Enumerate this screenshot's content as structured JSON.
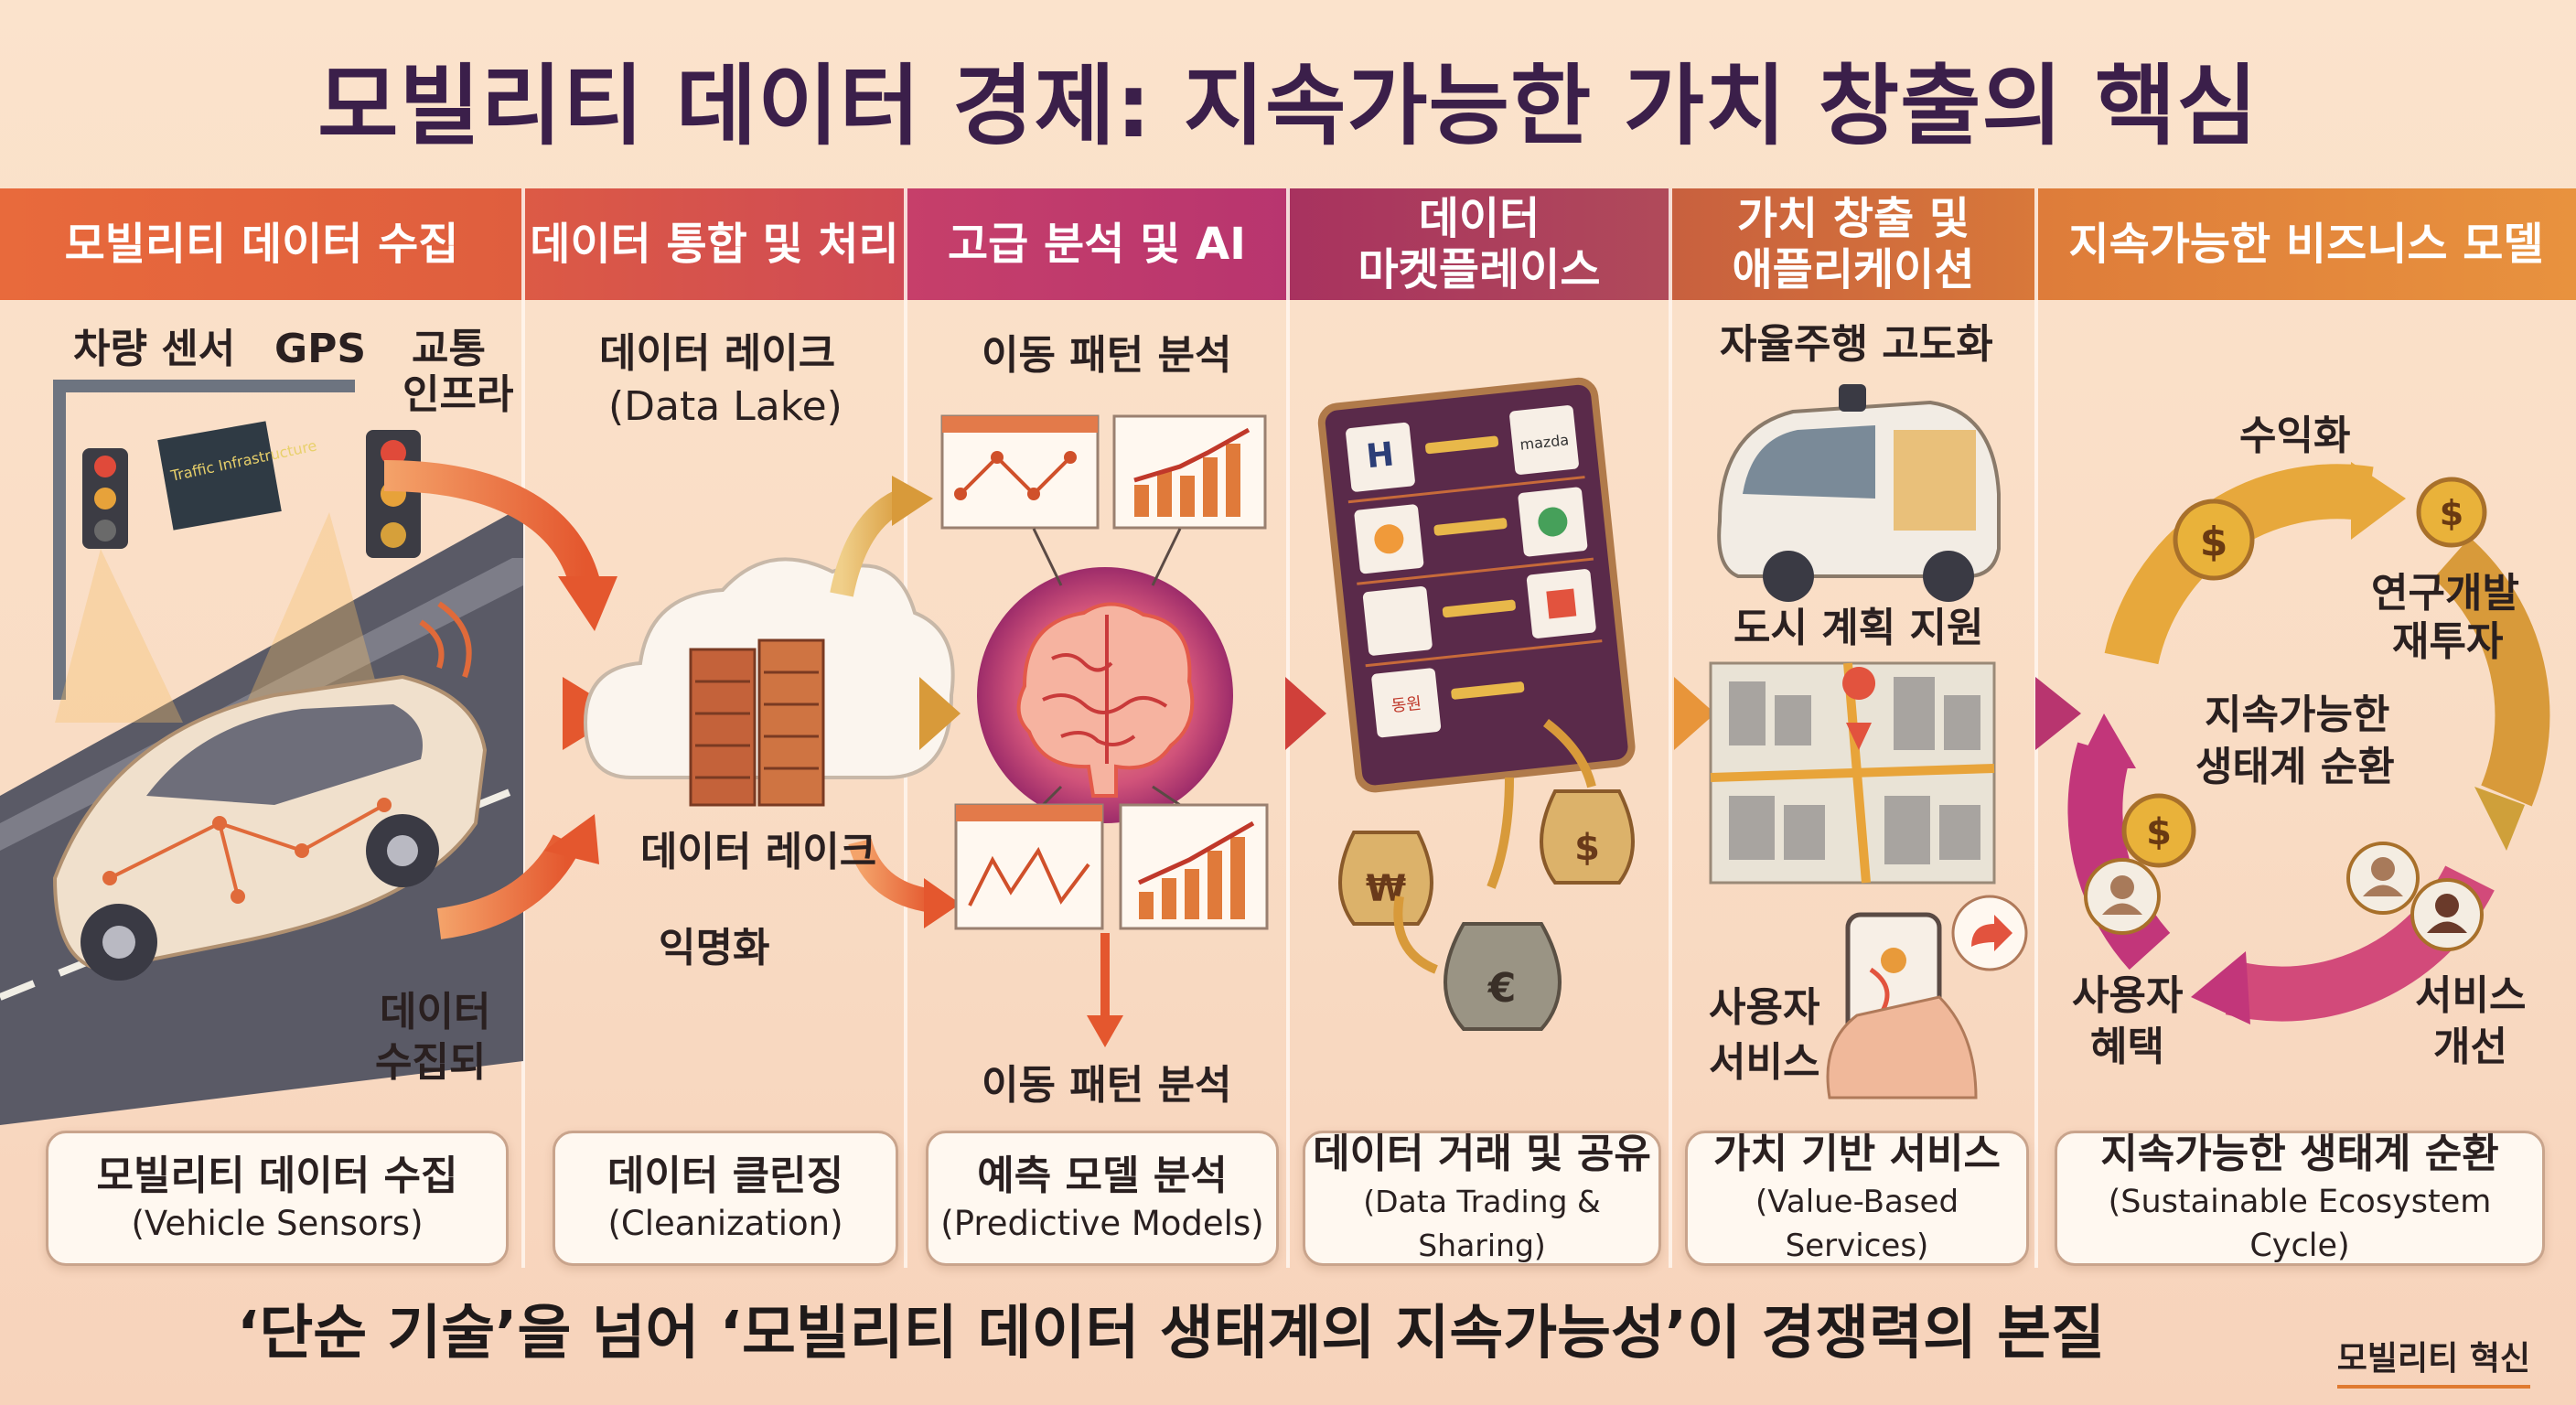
{
  "title": "모빌리티 데이터 경제: 지속가능한 가치 창출의 핵심",
  "stages": [
    {
      "line1": "모빌리티 데이터 수집",
      "line2": ""
    },
    {
      "line1": "데이터 통합 및 처리",
      "line2": ""
    },
    {
      "line1": "고급 분석 및 AI",
      "line2": ""
    },
    {
      "line1": "데이터",
      "line2": "마켓플레이스"
    },
    {
      "line1": "가치 창출 및",
      "line2": "애플리케이션"
    },
    {
      "line1": "지속가능한 비즈니스 모델",
      "line2": ""
    }
  ],
  "col1": {
    "vehicle_sensor": "차량 센서",
    "gps": "GPS",
    "infra_line1": "교통",
    "infra_line2": "인프라",
    "sign": "Traffic Infrastructure",
    "collected_line1": "데이터",
    "collected_line2": "수집되"
  },
  "col2": {
    "lake_ko": "데이터 레이크",
    "lake_en": "(Data Lake)",
    "lake_ko2": "데이터 레이크",
    "anonymize": "익명화"
  },
  "col3": {
    "top_label": "이동 패턴 분석",
    "bottom_label": "이동 패턴 분석"
  },
  "col4": {
    "brand_hyundai": "H",
    "brand_mazda": "mazda",
    "brand_kakao": "동원",
    "won": "₩",
    "dollar": "$",
    "euro": "€"
  },
  "col5": {
    "autonomous": "자율주행 고도화",
    "urban": "도시 계획 지원",
    "user_line1": "사용자",
    "user_line2": "서비스"
  },
  "col6": {
    "monetize": "수익화",
    "rnd_line1": "연구개발",
    "rnd_line2": "재투자",
    "center_line1": "지속가능한",
    "center_line2": "생태계 순환",
    "user_line1": "사용자",
    "user_line2": "혜택",
    "service_line1": "서비스",
    "service_line2": "개선",
    "dollar": "$"
  },
  "boxes": [
    {
      "ko": "모빌리티 데이터 수집",
      "en": "(Vehicle Sensors)"
    },
    {
      "ko": "데이터 클린징",
      "en": "(Cleanization)"
    },
    {
      "ko": "예측 모델 분석",
      "en": "(Predictive Models)"
    },
    {
      "ko": "데이터 거래 및 공유",
      "en": "(Data Trading & Sharing)"
    },
    {
      "ko": "가치 기반 서비스",
      "en": "(Value-Based Services)"
    },
    {
      "ko": "지속가능한 생태계 순환",
      "en": "(Sustainable Ecosystem Cycle)"
    }
  ],
  "footer": "‘단순 기술’을 넘어 ‘모빌리티 데이터 생태계의 지속가능성’이 경쟁력의 본질",
  "tag": "모빌리티 혁신",
  "colors": {
    "band1": "#e0643a",
    "band2": "#d4524a",
    "band3": "#c2396b",
    "band4": "#a8355e",
    "band5": "#d8763a",
    "band6": "#e0873e"
  }
}
